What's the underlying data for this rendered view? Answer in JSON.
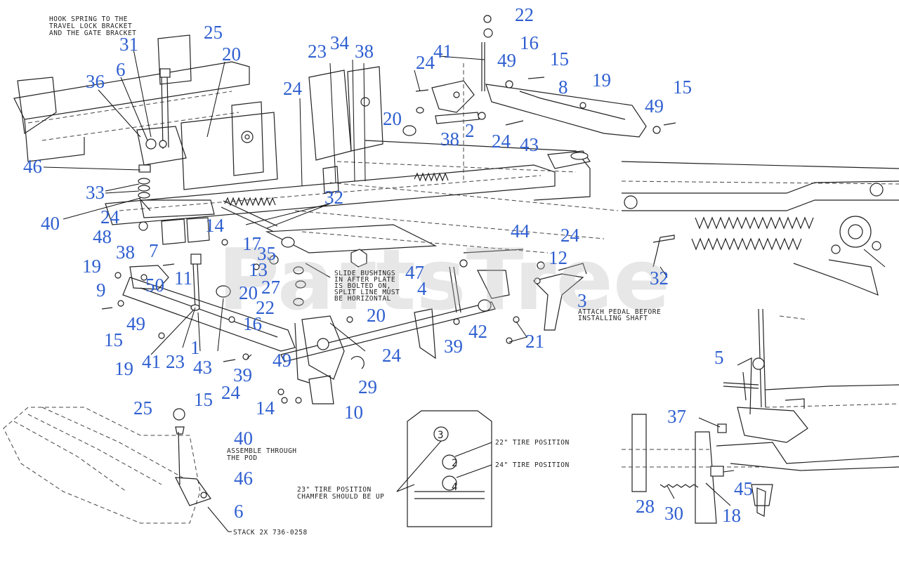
{
  "watermark": "PartsTree",
  "notes": {
    "hook_spring_1": "HOOK SPRING TO THE",
    "hook_spring_2": "TRAVEL LOCK BRACKET",
    "hook_spring_3": "AND THE GATE BRACKET",
    "slide_1": "SLIDE BUSHINGS",
    "slide_2": "IN AFTER PLATE",
    "slide_3": "IS BOLTED ON,",
    "slide_4": "SPLIT LINE MUST",
    "slide_5": "BE HORIZONTAL",
    "attach_1": "ATTACH PEDAL BEFORE",
    "attach_2": "INSTALLING SHAFT",
    "assemble_1": "ASSEMBLE THROUGH",
    "assemble_2": "THE POD",
    "stack": "STACK 2X 736-0258",
    "tire22": "22\" TIRE POSITION",
    "tire24": "24\" TIRE POSITION",
    "tire23_1": "23\" TIRE POSITION",
    "tire23_2": "CHAMFER SHOULD BE UP",
    "hole_3": "3",
    "hole_2": "2",
    "hole_4": "4"
  },
  "callouts": {
    "c22a": "22",
    "c16a": "16",
    "c41a": "41",
    "c49a": "49",
    "c15a": "15",
    "c24a": "24",
    "c8": "8",
    "c19a": "19",
    "c15b": "15",
    "c49b": "49",
    "c20a": "20",
    "c2": "2",
    "c38a": "38",
    "c24b": "24",
    "c43a": "43",
    "c23a": "23",
    "c34": "34",
    "c38b": "38",
    "c24c": "24",
    "c25a": "25",
    "c31": "31",
    "c20b": "20",
    "c6a": "6",
    "c36": "36",
    "c46a": "46",
    "c33": "33",
    "c40a": "40",
    "c24d": "24",
    "c48": "48",
    "c32a": "32",
    "c38c": "38",
    "c7": "7",
    "c14a": "14",
    "c17": "17",
    "c35": "35",
    "c44": "44",
    "c24e": "24",
    "c12": "12",
    "c13": "13",
    "c47": "47",
    "c19b": "19",
    "c50": "50",
    "c11": "11",
    "c20c": "20",
    "c27": "27",
    "c9": "9",
    "c22b": "22",
    "c4": "4",
    "c3": "3",
    "c32b": "32",
    "c16b": "16",
    "c20d": "20",
    "c42": "42",
    "c39a": "39",
    "c21": "21",
    "c15c": "15",
    "c49c": "49",
    "c19c": "19",
    "c41b": "41",
    "c23b": "23",
    "c1": "1",
    "c43b": "43",
    "c24f": "24",
    "c49d": "49",
    "c39b": "39",
    "c29": "29",
    "c15d": "15",
    "c24g": "24",
    "c14b": "14",
    "c10": "10",
    "c5": "5",
    "c37": "37",
    "c45": "45",
    "c28": "28",
    "c30": "30",
    "c18": "18",
    "c25b": "25",
    "c40b": "40",
    "c46b": "46",
    "c6b": "6"
  },
  "colors": {
    "callout": "#2f5fd0",
    "line": "#222222",
    "watermark": "#b9b9b9"
  }
}
